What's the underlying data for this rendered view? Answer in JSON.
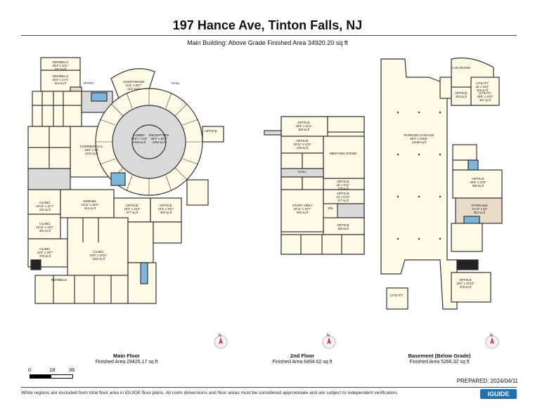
{
  "header": {
    "title": "197 Hance Ave, Tinton Falls, NJ",
    "subtitle": "Main Building: Above Grade Finished Area 34920.20 sq ft"
  },
  "rooms": {
    "main": [
      {
        "name": "KENNELS",
        "dim": "38'4\" x 10'1\"",
        "area": "377 sq ft"
      },
      {
        "name": "KENNELS",
        "dim": "30'4\" x 17'4\"",
        "area": "524 sq ft"
      },
      {
        "name": "PATIO",
        "dim": "",
        "area": ""
      },
      {
        "name": "AUDITORIUM",
        "dim": "41'8\" x 39'7\"",
        "area": "1111 sq ft"
      },
      {
        "name": "HALL",
        "dim": "",
        "area": ""
      },
      {
        "name": "LOBBY",
        "dim": "76'6\" x 71'5\"",
        "area": "2709 sq ft"
      },
      {
        "name": "RECEPTION",
        "dim": "36'3\" x 36'3\"",
        "area": "1002 sq ft"
      },
      {
        "name": "OFFICE",
        "dim": "",
        "area": ""
      },
      {
        "name": "COMMERCIAL",
        "dim": "29'6\" x 49'",
        "area": "1231 sq ft"
      },
      {
        "name": "KENNEL",
        "dim": "24'11\" x 26'2\"",
        "area": "614 sq ft"
      },
      {
        "name": "OFFICE",
        "dim": "18'2\" x 15'3\"",
        "area": "277 sq ft"
      },
      {
        "name": "OFFICE",
        "dim": "24'2\" x 20'1\"",
        "area": "400 sq ft"
      },
      {
        "name": "CLINIC",
        "dim": "19'11\" x 11'7\"",
        "area": "231 sq ft"
      },
      {
        "name": "CLINIC",
        "dim": "19'11\" x 14'1\"",
        "area": "281 sq ft"
      },
      {
        "name": "CLINIC",
        "dim": "24'9\" x 18'7\"",
        "area": "376 sq ft"
      },
      {
        "name": "CLINIC",
        "dim": "34'9\" x 34'11\"",
        "area": "1182 sq ft"
      },
      {
        "name": "KENNELS",
        "dim": "",
        "area": ""
      }
    ],
    "second": [
      {
        "name": "OFFICE",
        "dim": "28'9\" x 12'2\"",
        "area": "349 sq ft"
      },
      {
        "name": "OFFICE",
        "dim": "19'11\" x 12'6\"",
        "area": "239 sq ft"
      },
      {
        "name": "MEETING ROOM",
        "dim": "",
        "area": ""
      },
      {
        "name": "HALL",
        "dim": "",
        "area": ""
      },
      {
        "name": "OFFICE",
        "dim": "18' x 9'11\"",
        "area": "179 sq ft"
      },
      {
        "name": "OFFICE",
        "dim": "18' x 9'10\"",
        "area": "177 sq ft"
      },
      {
        "name": "STAFF AREA",
        "dim": "20'11\" x 40'7\"",
        "area": "936 sq ft"
      },
      {
        "name": "OFFICE",
        "dim": "",
        "area": "186 sq ft"
      },
      {
        "name": "DN",
        "dim": "",
        "area": ""
      }
    ],
    "basement": [
      {
        "name": "PARKING GARAGE",
        "dim": "65'4\" x 225'5\"",
        "area": "12468 sq ft"
      },
      {
        "name": "LAN ROOM",
        "dim": "",
        "area": ""
      },
      {
        "name": "UTILITY",
        "dim": "15' x 15'3\"",
        "area": "228 sq ft"
      },
      {
        "name": "UTILITY",
        "dim": "26'8\" x 18'3\"",
        "area": "487 sq ft"
      },
      {
        "name": "OFFICE",
        "dim": "",
        "area": "203 sq ft"
      },
      {
        "name": "OFFICE",
        "dim": "26'8\" x 23'9\"",
        "area": "660 sq ft"
      },
      {
        "name": "STORAGE",
        "dim": "41'11\" x 33'",
        "area": "954 sq ft"
      },
      {
        "name": "OFFICE",
        "dim": "18'2\" x 24'10\"",
        "area": "418 sq ft"
      },
      {
        "name": "UTILITY",
        "dim": "",
        "area": ""
      }
    ]
  },
  "floors": [
    {
      "name": "Main Floor",
      "area": "Finished Area 28426.17 sq ft"
    },
    {
      "name": "2nd Floor",
      "area": "Finished Area 6494.02 sq ft"
    },
    {
      "name": "Basement (Below Grade)",
      "area": "Finished Area 5266.32 sq ft"
    }
  ],
  "compass_label": "N",
  "scale": {
    "labels": [
      "0",
      "18",
      "36"
    ]
  },
  "prepared": "PREPARED: 2024/04/11",
  "footer": "White regions are excluded from total floor area in iGUIDE floor plans. All room dimensions and floor areas must be considered approximate and are subject to independent verification.",
  "brand": "iGUIDE",
  "colors": {
    "wall": "#333333",
    "room_fill": "#fffbe6",
    "common_fill": "#d9d9d9",
    "util_fill": "#e8dcc8",
    "accent_blue": "#7bb6df",
    "compass_red": "#d9383a"
  }
}
